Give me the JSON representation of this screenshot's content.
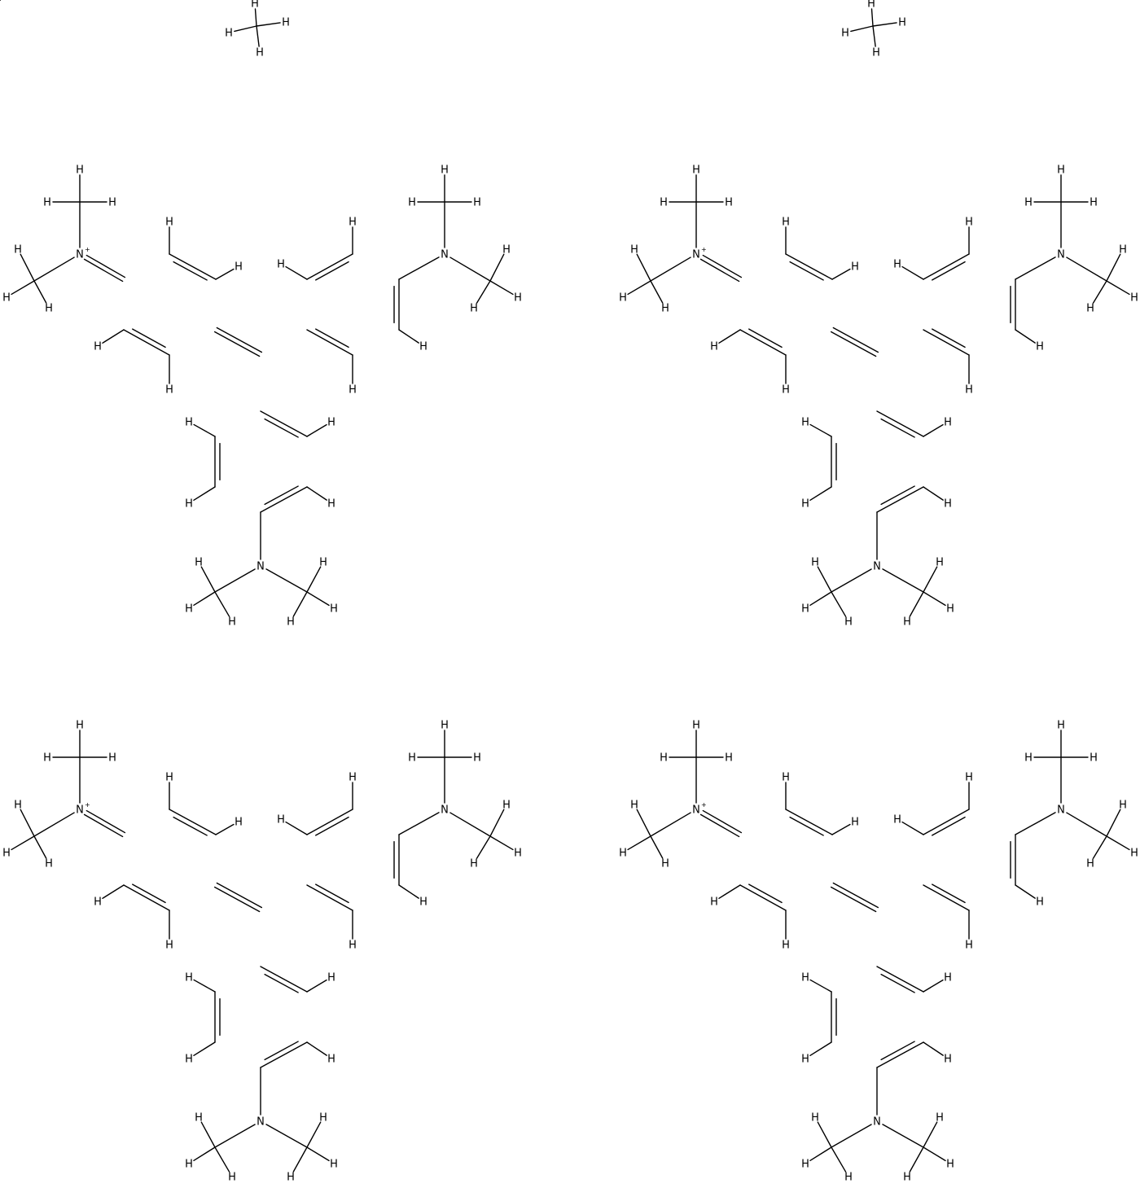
{
  "labels": {
    "hydrogen": "H",
    "nitrogen": "N",
    "charge": "+"
  },
  "colors": {
    "bond": "#000000",
    "background": "#ffffff"
  },
  "molecules": [
    {
      "kind": "methane"
    },
    {
      "kind": "methane"
    },
    {
      "kind": "crystal-violet-cation"
    },
    {
      "kind": "crystal-violet-cation"
    },
    {
      "kind": "crystal-violet-cation"
    },
    {
      "kind": "crystal-violet-cation"
    }
  ]
}
